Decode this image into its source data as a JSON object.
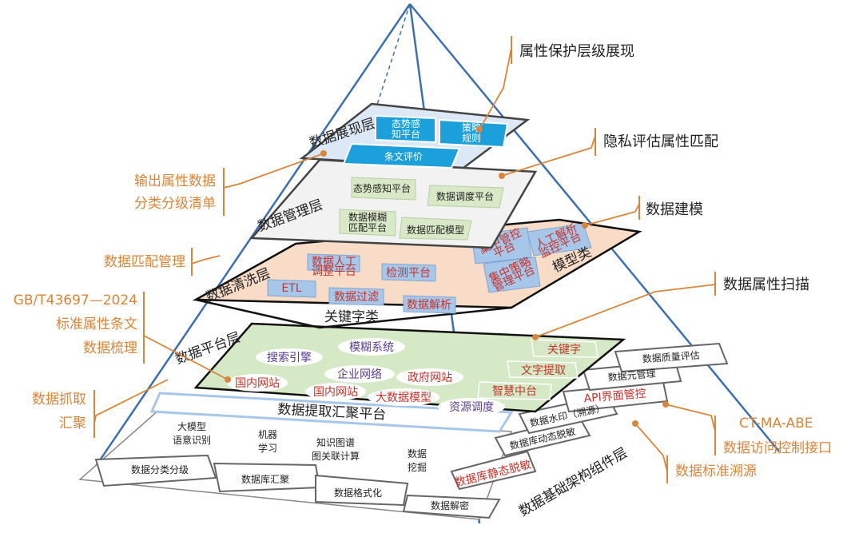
{
  "pyramid": {
    "presentation_layer": {
      "name": "数据展现层",
      "items": [
        "态势感知平台",
        "策略规则",
        "条文评价"
      ]
    },
    "management_layer": {
      "name": "数据管理层",
      "items": [
        "态势感知平台",
        "数据调度平台",
        "数据模糊匹配平台",
        "数据匹配模型"
      ]
    },
    "cleaning_layer": {
      "name": "数据清洗层",
      "items": [
        "数据人工调整平台",
        "检测平台",
        "ETL",
        "数据过滤",
        "数据解析",
        "集中管控平台",
        "人工解析监控平台",
        "集中策略管理平台"
      ],
      "model_label": "模型类",
      "keyword_label": "关键字类"
    },
    "platform_layer": {
      "name": "数据平台层",
      "items": [
        "搜索引擎",
        "模糊系统",
        "企业网络",
        "政府网站",
        "国内网站",
        "国内网站",
        "大数据模型",
        "资源调度",
        "关键字",
        "文字提取",
        "智慧中台"
      ]
    },
    "extraction_platform": "数据提取汇聚平台",
    "foundation_layer": {
      "name": "数据基础架构组件层",
      "top_items": [
        "大模型语意识别",
        "机器学习",
        "知识图谱图关联计算",
        "数据挖掘"
      ],
      "boxes": [
        "数据分类分级",
        "数据库汇聚",
        "数据格式化",
        "数据解密",
        "数据库静态脱敏",
        "数据库动态脱敏",
        "数据水印（溯源）",
        "API界面管控",
        "数据元管理",
        "数据质量评估"
      ]
    }
  },
  "callouts": {
    "right": [
      "属性保护层级展现",
      "隐私评估属性匹配",
      "数据建模",
      "数据属性扫描",
      "CT-MA-ABE",
      "数据访问控制接口",
      "数据标准溯源"
    ],
    "left": [
      "输出属性数据",
      "分类分级清单",
      "数据匹配管理",
      "GB/T43697—2024",
      "标准属性条文",
      "数据梳理",
      "数据抓取",
      "汇聚"
    ]
  },
  "colors": {
    "pyramid_edge": "#3d6fb0",
    "presentation_fill": "#dce8f5",
    "blue_box": "#1ba0dc",
    "management_fill": "#f2f2f2",
    "green_box": "#d9e8c6",
    "cleaning_fill": "#f8dcc8",
    "light_blue_box": "#a7c7ea",
    "platform_fill": "#d6e9c6",
    "accent_orange": "#d9853b",
    "red_text": "#c8322a",
    "purple_text": "#5b3d96"
  }
}
